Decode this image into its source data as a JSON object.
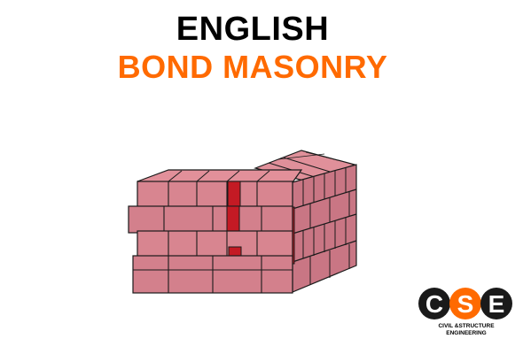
{
  "title": {
    "line1": "ENGLISH",
    "line2": "BOND MASONRY",
    "line1_color": "#000000",
    "line2_color": "#ff6a00"
  },
  "colors": {
    "brick_face": "#d88590",
    "brick_top": "#e2909a",
    "brick_end": "#c46b79",
    "brick_outline": "#1a1a1a",
    "highlight_brick": "#c41a24",
    "logo_dark": "#1a1a1a",
    "logo_accent": "#ff6a00"
  },
  "logo": {
    "letters": [
      "C",
      "S",
      "E"
    ],
    "tagline_line1": "CIVIL &STRUCTURE",
    "tagline_line2": "ENGINEERING"
  }
}
